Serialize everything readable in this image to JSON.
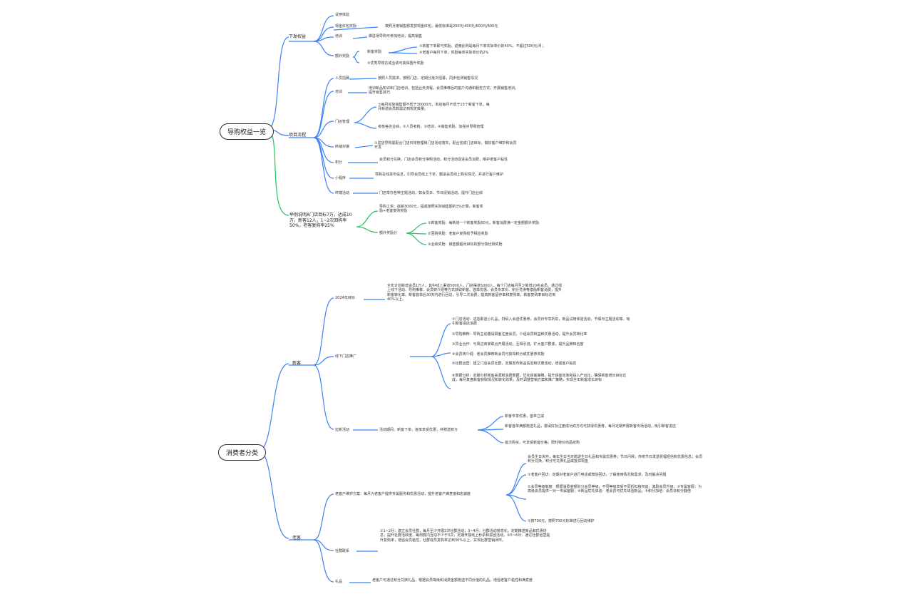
{
  "colors": {
    "section1": "#3b82f6",
    "section2": "#22c55e",
    "section3": "#1f9dd9",
    "branch_thin": "#3b82f6"
  },
  "roots": [
    {
      "id": "r1",
      "label": "导购权益一览"
    },
    {
      "id": "r2",
      "label": "消费者分类"
    }
  ],
  "nodes": {
    "n1": "下发权益",
    "n1a": "试穿体验",
    "n1b": "现金红包奖励",
    "n1b1": "按照月度销售额发放现金红包，最低标准是200元/400元/600元/800元",
    "n1c": "培训",
    "n1c1": "做驻场导购可参加培训，提高销售",
    "n1d": "额外奖励",
    "n1d1": "新客奖励",
    "n1d1a": "①新客下单即可奖励，返佣比例是每月下单实际单价的40%，不超过500元/月；",
    "n1d1b": "②老客户每月下单，奖励每单实际单价的2%",
    "n1d2": "③优秀导购达成业绩可获得晋升奖励",
    "n2": "项目流程",
    "n2a": "人员招募",
    "n2a1": "按照人员需求，按照门店，定期分批次招募，同步检测销售情况",
    "n2b": "培训",
    "n2b1": "培训新品知识和门店培训，包括业务流程，会员推荐后的客户沟通和服务方式；开展销售培训，提升销售技巧",
    "n2c": "门店管理",
    "n2c1": "①每月实际销售额不低于30000元，单店每月不低于15个新客下单，每月新增会员数需达到规定数量。",
    "n2c2": "考核各店业绩，②人员考核，③培训，④销售奖励，加强对导购管理",
    "n2d": "终端对接",
    "n2d1": "①驻店导购需配合门店日常管理和门店活动落实，配合完成门店目标，做好客户维护和会员开发",
    "n2e": "积分",
    "n2e1": "会员积分兑换，门店会员积分换购活动，积分活动促进会员消费，维护老客户粘性",
    "n2f": "小程序",
    "n2f1": "导购在线发布信息，引导会员线上下单，跟进会员线上购买情况，并进行客户维护",
    "n2g": "终端活动",
    "n2g1": "门店举办各种主题活动，如会员日、节日促销活动，提升门店业绩",
    "n3": "举例说明A门店目标7万，达成10万，新客12人，1~2次回购率50%，老客复购率25%",
    "n3a": "导购工资：底薪3000元，提成按照实际销售额的3%计算，新客奖励+老客复购奖励",
    "n3b": "额外奖励分",
    "n3b1": "①新客奖励：每新增一个新客奖励50元，新客消费满一定金额额外奖励",
    "n3b2": "②回购奖励：老客户复购给予相应奖励",
    "n3b3": "③业绩奖励：销售额超出目标的部分按比例奖励",
    "n4": "新客",
    "n4a": "2024年目标",
    "n4a1": "全年计划新增会员1万人，其中线上渠道5000人，门店渠道5000人，每个门店每月至少新增20名会员。通过线上线下活动、导购推荐、会员转介绍等方式获取新客。首单优惠、会员专享价、积分兑换等激励新客消费，提升新客转化率。新客首单后30天内进行回访，引导二次消费，提高新客留存率和复购率，新客复购率目标达到40%以上。",
    "n4b": "线下门店推广",
    "n4b1": "①门店活动：进店即送小礼品，扫码入会送优惠券，会员日专享折扣，新品试用体验活动，节假日主题活动等，吸引新客进店消费",
    "n4b2": "②导购推荐：导购主动邀请顾客注册会员，介绍会员权益和优惠活动，提升会员转化率",
    "n4b3": "③异业合作：与周边商家联合开展活动，互相引流，扩大客户群体，提升品牌知名度",
    "n4b4": "④会员转介绍：老会员推荐新会员可获得积分或优惠券奖励",
    "n4b5": "⑤社群运营：建立门店会员社群，定期发布新品信息和优惠活动，增强客户粘性",
    "n4b6": "⑥数据分析：定期分析新客来源和消费数据，优化获客策略，提升获客效率和投入产出比，确保新客增长目标达成，每月复盘新客获取情况和转化效果，及时调整营销方案和推广策略，实现全年新客增长目标",
    "n4c": "拉新活动",
    "n4c1": "活动期间，新客下单，首单享受优惠，并赠送积分",
    "n4c1a": "新客专享优惠，首单立减",
    "n4c1b": "新客首单满额赠送礼品，邀请好友注册成功双方均可获得优惠券，每月定期开展新客专场活动，吸引新客进店",
    "n4c1c": "首次购买，可享受新客价格，限时特价商品抢购",
    "n5": "老客",
    "n5a": "老客户维护方案：每月为老客户提供专属服务和优惠活动，提升老客户满意度和忠诚度",
    "n5a1": "会员生日关怀，每年生日当天赠送生日礼品和专属优惠券；节日问候，传统节日发送祝福短信和优惠信息；会员积分兑换，积分可兑换礼品或抵扣现金",
    "n5a2": "①老客户回访：定期对老客户进行电话或微信回访，了解使用情况和需求，及时解决问题",
    "n5a3": "②会员等级制度：根据消费金额划分会员等级，不同等级享受不同折扣和权益，激励会员升级；③专属客服：为高级会员提供一对一专属客服；④新品优先体验：老会员可优先体验新品；⑤积分加倍：会员日积分翻倍",
    "n5a4": "①按700元，按照700元标准进行回访维护",
    "n5b": "社群联系",
    "n5b1": "①1~2月：建立会员社群，每月至少开展2次社群活动；3~4月：社群活动常态化，定期推送新品和优惠信息，提升社群活跃度。每周群内互动不少于3次，定期开展线上秒杀和拼团活动。②5~6月：通过社群运营提升复购率，增强会员粘性，社群成员复购率达到30%以上，实现社群营销闭环。",
    "n5c": "礼品",
    "n5c1": "老客户可通过积分兑换礼品，根据会员等级和消费金额赠送不同价值的礼品，增强老客户粘性和满意度"
  }
}
